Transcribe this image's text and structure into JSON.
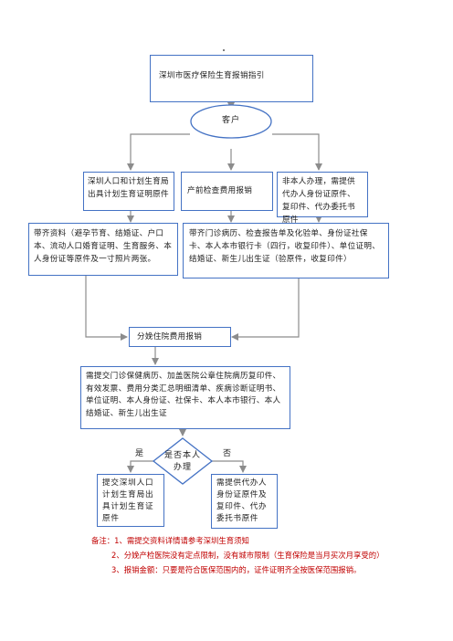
{
  "title": "深圳市医疗保险生育报销指引",
  "customer": "客户",
  "branches": {
    "left": "深圳人口和计划生育局出具计划生育证明原件",
    "middle": "产前检查费用报销",
    "right": "非本人办理，需提供代办人身份证原件、复印件、代办委托书原件"
  },
  "materials": {
    "left": "带齐资料（避孕节育、结婚证、户口本、流动人口婚育证明、生育服务、本人身份证等原件及一寸照片两张。",
    "right": "带齐门诊病历、检查报告单及化验单、身份证社保卡、本人本市银行卡（四行，收复印件）、单位证明、结婚证、新生儿出生证（验原件，收复印件）"
  },
  "reimburse": "分娩住院费用报销",
  "required_docs": "需提交门诊保健病历、加盖医院公章住院病历复印件、有效发票、费用分类汇总明细清单、疾病诊断证明书、单位证明、本人身份证、社保卡、本人本市银行、本人结婚证、新生儿出生证",
  "decision": {
    "text": "是否本人办理",
    "yes": "是",
    "no": "否"
  },
  "outcomes": {
    "yes": "提交深圳人口计划生育局出具计划生育证原件",
    "no": "需提供代办人身份证原件及复印件、代办委托书原件"
  },
  "notes": {
    "head": "备注：",
    "items": [
      {
        "num": "1、",
        "text": "需提交资料详情请参考深圳生育须知"
      },
      {
        "num": "2、",
        "text": "分娩产检医院没有定点限制，没有城市限制（生育保险是当月买次月享受的）"
      },
      {
        "num": "3、",
        "text": "报销金额：只要是符合医保范围内的，证件证明齐全按医保范围报销。"
      }
    ]
  },
  "colors": {
    "box_border": "#4472c4",
    "connector": "#8c8c8c",
    "note_text": "#c00000"
  }
}
